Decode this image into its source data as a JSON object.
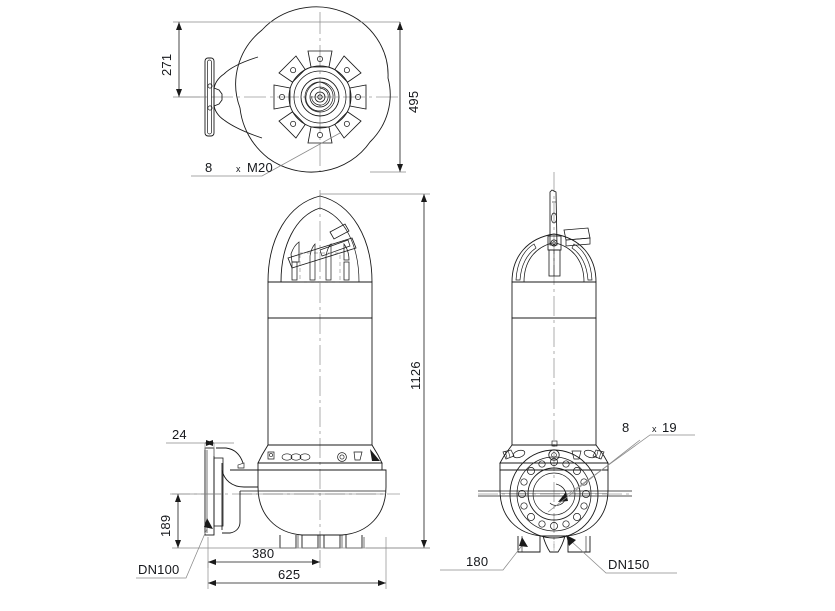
{
  "drawing": {
    "type": "technical-dimensional-drawing",
    "subject": "submersible sewage pump",
    "views": [
      {
        "id": "top-view",
        "name": "Top / plan view"
      },
      {
        "id": "front-view",
        "name": "Front elevation"
      },
      {
        "id": "side-view",
        "name": "Right side elevation"
      }
    ],
    "line_color": "#1a1a1a",
    "dim_line_color": "#8a8a8a",
    "center_line_color": "#9a9a9a",
    "background": "#ffffff"
  },
  "dimensions": {
    "top_left_height": "271",
    "top_right_height": "495",
    "overall_height": "1126",
    "flange_thickness": "24",
    "outlet_centre_height": "189",
    "centre_to_outlet": "380",
    "overall_length": "625",
    "base_width": "180"
  },
  "labels": {
    "bolts_top_count": "8",
    "bolts_top_sep": "x",
    "bolts_top_thread": "M20",
    "bolts_side_count": "8",
    "bolts_side_sep": "x",
    "bolts_side_size": "19",
    "flange_inlet": "DN100",
    "flange_outlet": "DN150"
  }
}
